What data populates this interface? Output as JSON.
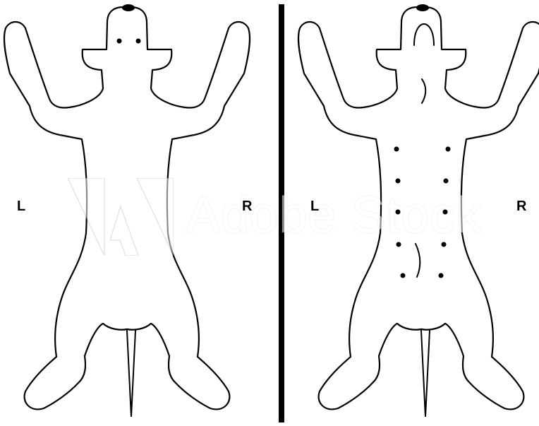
{
  "labels": {
    "left_panel": {
      "left": "L",
      "right": "R"
    },
    "right_panel": {
      "left": "L",
      "right": "R"
    }
  },
  "watermark": {
    "text": "Adobe Stock"
  },
  "colors": {
    "stroke": "#000000",
    "background": "#ffffff",
    "divider": "#000000"
  },
  "figures": {
    "left_panel": {
      "view": "dorsal",
      "marker_dots": 2
    },
    "right_panel": {
      "view": "ventral",
      "marker_dots": 10
    }
  }
}
